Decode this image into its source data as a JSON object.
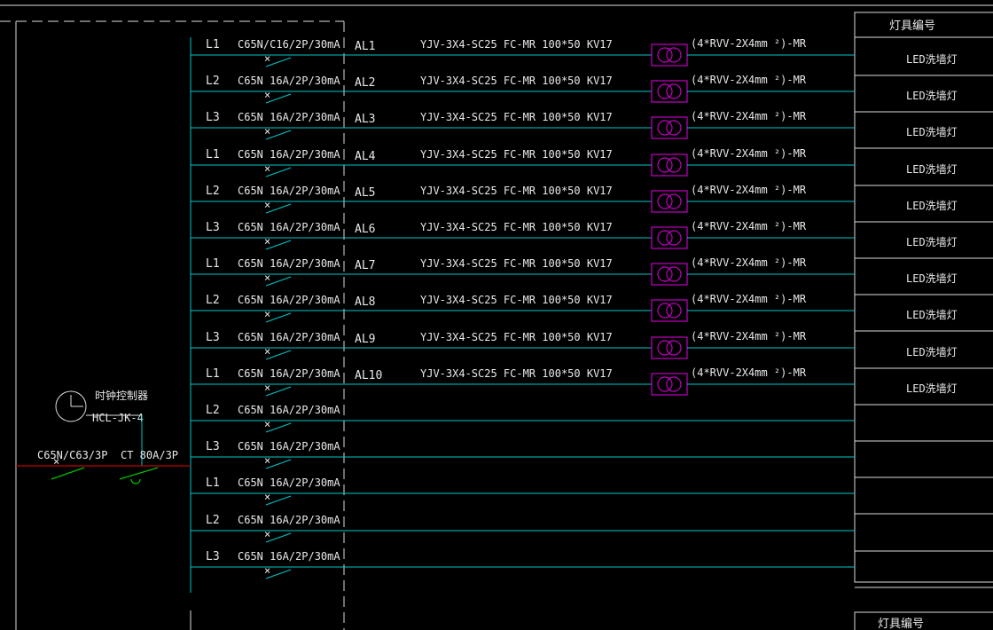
{
  "colors": {
    "background": "#000000",
    "bus_line": "#00c8c8",
    "border_line": "#dcdcdc",
    "transformer": "#c000c0",
    "breaker": "#00c000",
    "incoming_line": "#c00000",
    "text": "#e8e8e8"
  },
  "controller": {
    "title": "时钟控制器",
    "model": "HCL-JK-4"
  },
  "incoming": {
    "breaker1": "C65N/C63/3P",
    "breaker2": "CT 80A/3P"
  },
  "circuits": [
    {
      "phase": "L1",
      "breaker": "C65N/C16/2P/30mA",
      "loop": "AL1",
      "cable": "YJV-3X4-SC25  FC-MR 100*50  KV17",
      "wiring": "(4*RVV-2X4mm  ²)-MR",
      "fixture": "LED洗墙灯"
    },
    {
      "phase": "L2",
      "breaker": "C65N 16A/2P/30mA",
      "loop": "AL2",
      "cable": "YJV-3X4-SC25  FC-MR 100*50  KV17",
      "wiring": "(4*RVV-2X4mm  ²)-MR",
      "fixture": "LED洗墙灯"
    },
    {
      "phase": "L3",
      "breaker": "C65N 16A/2P/30mA",
      "loop": "AL3",
      "cable": "YJV-3X4-SC25  FC-MR 100*50  KV17",
      "wiring": "(4*RVV-2X4mm  ²)-MR",
      "fixture": "LED洗墙灯"
    },
    {
      "phase": "L1",
      "breaker": "C65N 16A/2P/30mA",
      "loop": "AL4",
      "cable": "YJV-3X4-SC25  FC-MR 100*50  KV17",
      "wiring": "(4*RVV-2X4mm  ²)-MR",
      "fixture": "LED洗墙灯"
    },
    {
      "phase": "L2",
      "breaker": "C65N 16A/2P/30mA",
      "loop": "AL5",
      "cable": "YJV-3X4-SC25  FC-MR 100*50  KV17",
      "wiring": "(4*RVV-2X4mm  ²)-MR",
      "fixture": "LED洗墙灯"
    },
    {
      "phase": "L3",
      "breaker": "C65N 16A/2P/30mA",
      "loop": "AL6",
      "cable": "YJV-3X4-SC25  FC-MR 100*50  KV17",
      "wiring": "(4*RVV-2X4mm  ²)-MR",
      "fixture": "LED洗墙灯"
    },
    {
      "phase": "L1",
      "breaker": "C65N 16A/2P/30mA",
      "loop": "AL7",
      "cable": "YJV-3X4-SC25  FC-MR 100*50  KV17",
      "wiring": "(4*RVV-2X4mm  ²)-MR",
      "fixture": "LED洗墙灯"
    },
    {
      "phase": "L2",
      "breaker": "C65N 16A/2P/30mA",
      "loop": "AL8",
      "cable": "YJV-3X4-SC25  FC-MR 100*50  KV17",
      "wiring": "(4*RVV-2X4mm  ²)-MR",
      "fixture": "LED洗墙灯"
    },
    {
      "phase": "L3",
      "breaker": "C65N 16A/2P/30mA",
      "loop": "AL9",
      "cable": "YJV-3X4-SC25  FC-MR 100*50  KV17",
      "wiring": "(4*RVV-2X4mm  ²)-MR",
      "fixture": "LED洗墙灯"
    },
    {
      "phase": "L1",
      "breaker": "C65N 16A/2P/30mA",
      "loop": "AL10",
      "cable": "YJV-3X4-SC25  FC-MR 100*50  KV17",
      "wiring": "(4*RVV-2X4mm  ²)-MR",
      "fixture": "LED洗墙灯"
    },
    {
      "phase": "L2",
      "breaker": "C65N 16A/2P/30mA",
      "loop": "",
      "cable": "",
      "wiring": "",
      "fixture": ""
    },
    {
      "phase": "L3",
      "breaker": "C65N 16A/2P/30mA",
      "loop": "",
      "cable": "",
      "wiring": "",
      "fixture": ""
    },
    {
      "phase": "L1",
      "breaker": "C65N 16A/2P/30mA",
      "loop": "",
      "cable": "",
      "wiring": "",
      "fixture": ""
    },
    {
      "phase": "L2",
      "breaker": "C65N 16A/2P/30mA",
      "loop": "",
      "cable": "",
      "wiring": "",
      "fixture": ""
    },
    {
      "phase": "L3",
      "breaker": "C65N 16A/2P/30mA",
      "loop": "",
      "cable": "",
      "wiring": "",
      "fixture": ""
    }
  ],
  "table": {
    "header": "灯具编号",
    "header2": "灯具编号"
  }
}
